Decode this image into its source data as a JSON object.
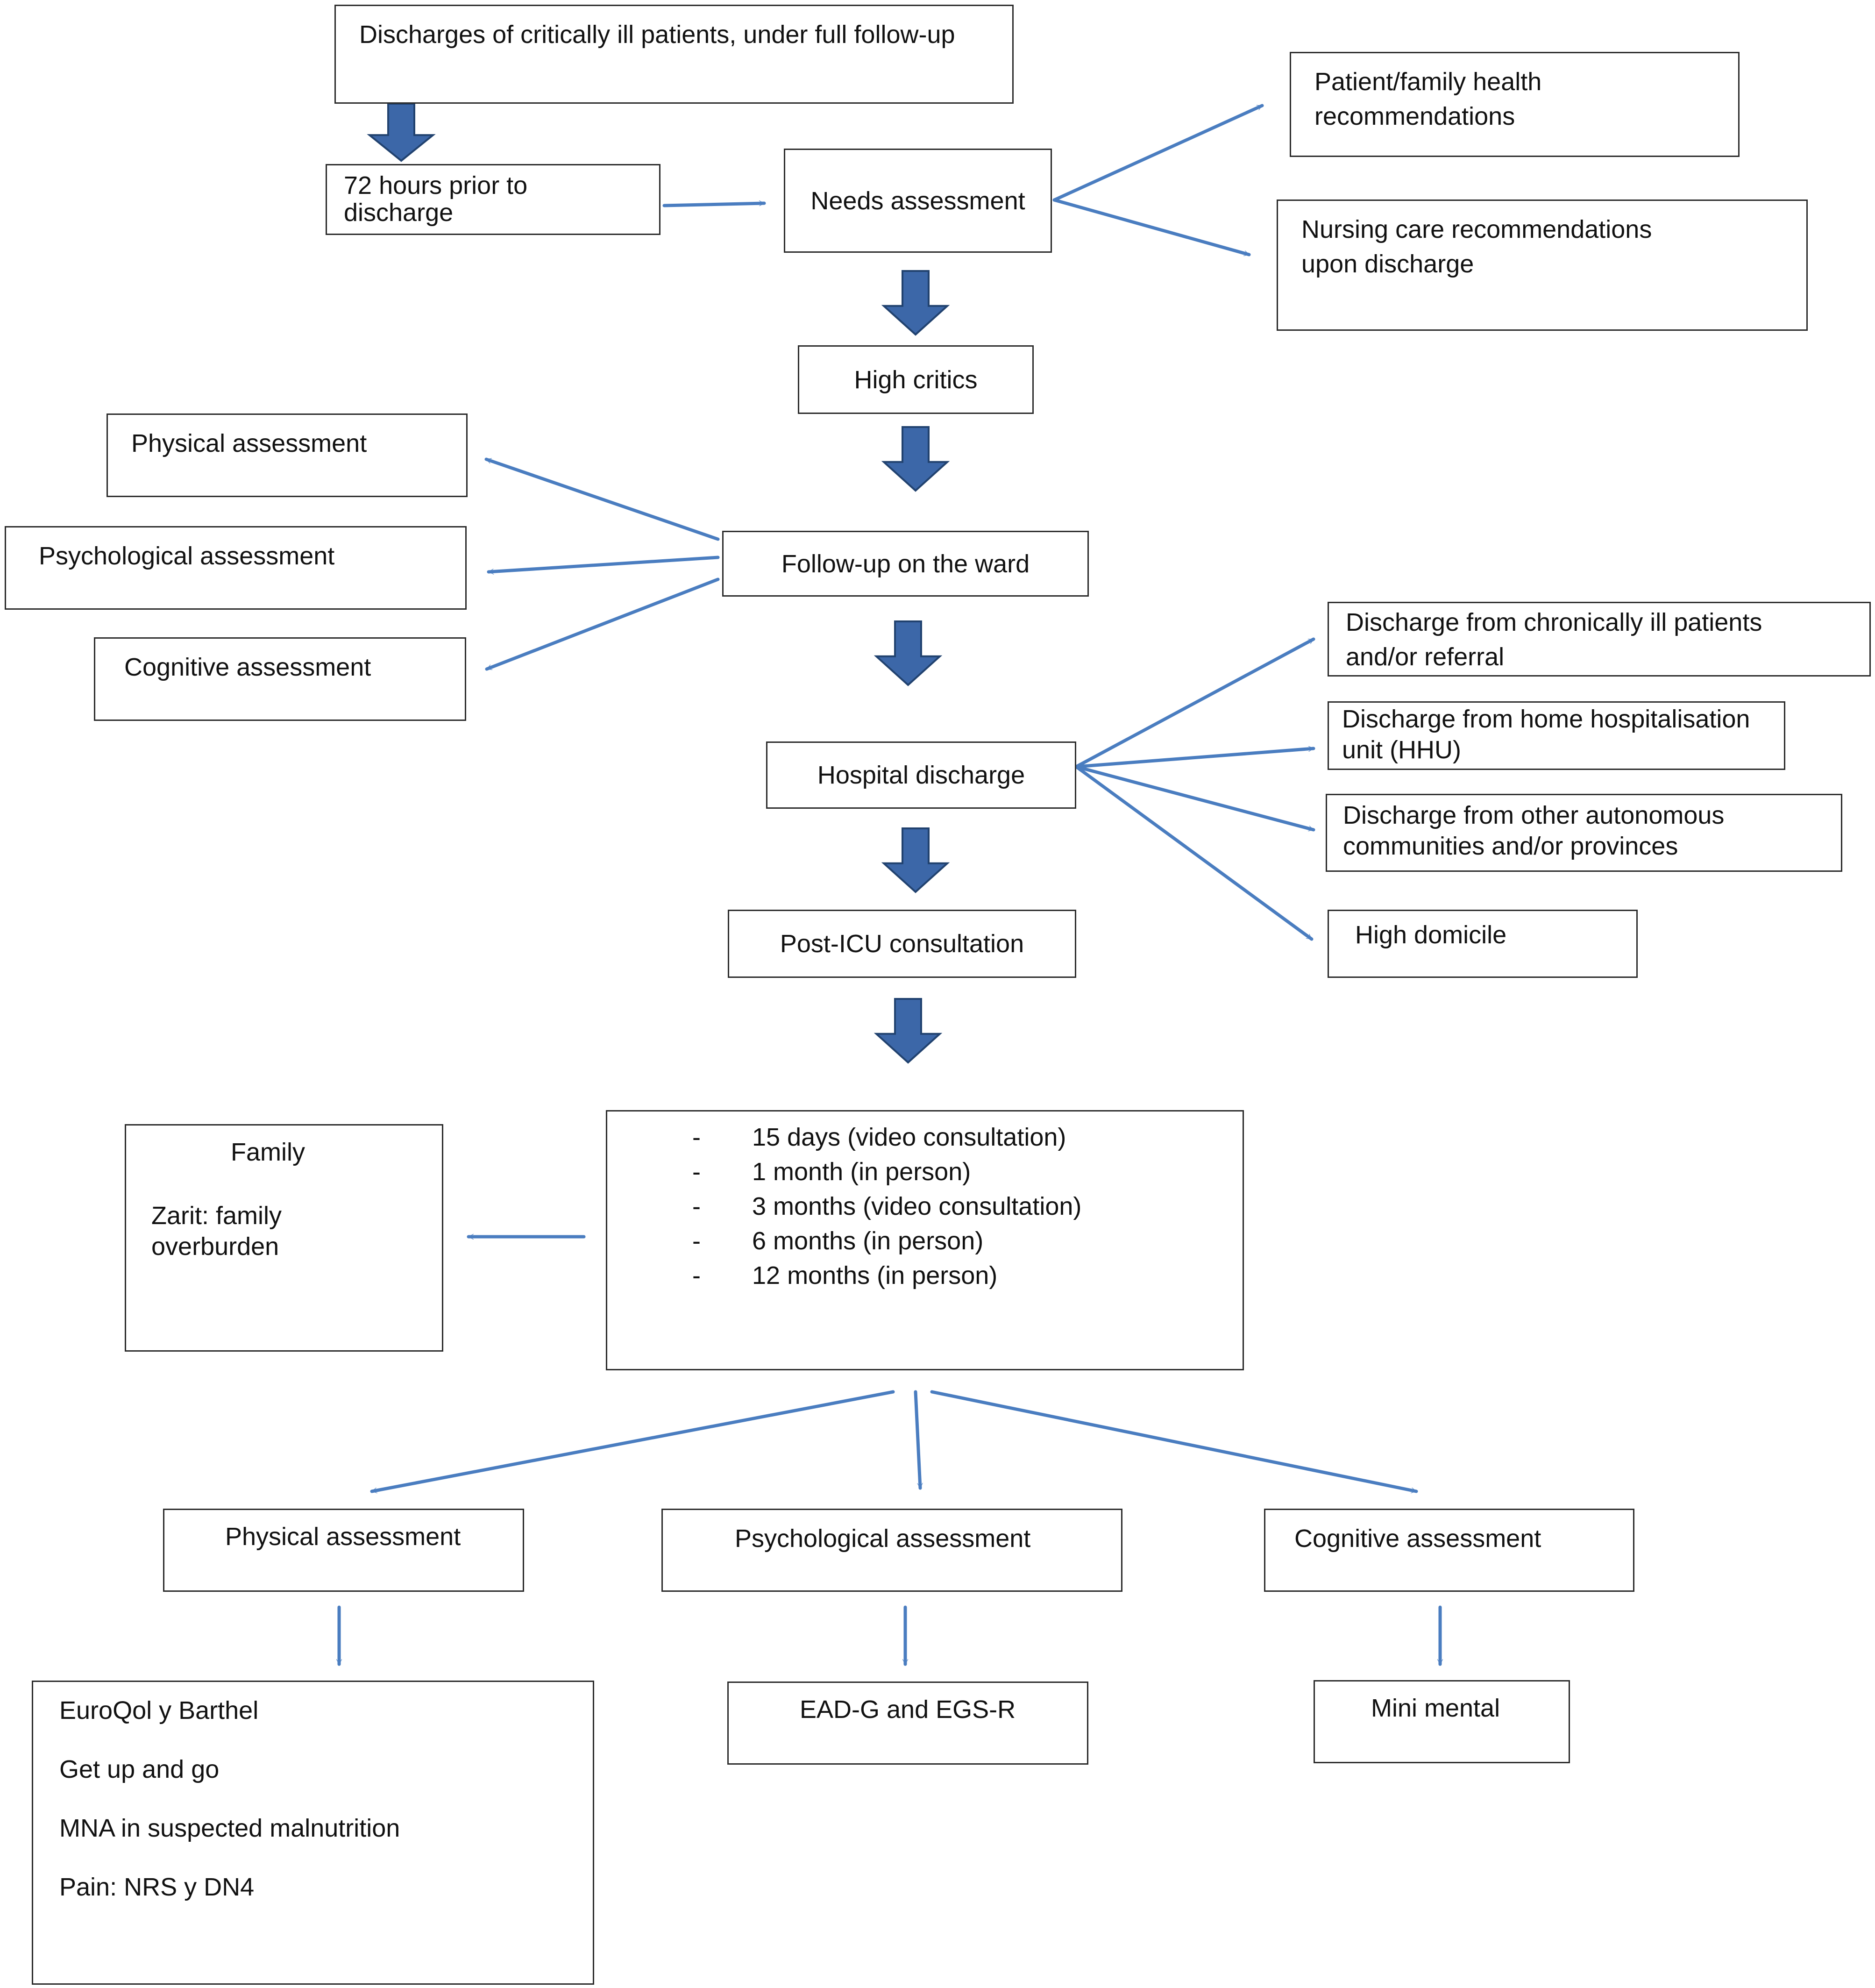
{
  "colors": {
    "arrow": "#4a7dc0",
    "block_arrow_fill": "#3c67a8",
    "block_arrow_edge": "#21426f",
    "box_border": "#2b2b2b"
  },
  "nodes": {
    "discharges": "Discharges of critically ill patients, under full follow-up",
    "prior72": "72 hours prior to discharge",
    "needs": "Needs assessment",
    "patient_family": "Patient/family health recommendations",
    "nursing": "Nursing care recommendations upon discharge",
    "high_critics": "High critics",
    "ward_physical": "Physical assessment",
    "ward_psychological": "Psychological assessment",
    "ward_cognitive": "Cognitive assessment",
    "follow_up_ward": "Follow-up on the ward",
    "hospital_discharge": "Hospital discharge",
    "discharge_chronic": "Discharge from chronically ill patients and/or referral",
    "discharge_hhu": "Discharge from home hospitalisation unit (HHU)",
    "discharge_other": "Discharge from other autonomous communities and/or provinces",
    "high_domicile": "High domicile",
    "post_icu": "Post-ICU consultation",
    "schedule": [
      {
        "dash": "-",
        "text": "15 days (video consultation)"
      },
      {
        "dash": "-",
        "text": "1 month (in person)"
      },
      {
        "dash": "-",
        "text": "3 months (video consultation)"
      },
      {
        "dash": "-",
        "text": "6 months (in person)"
      },
      {
        "dash": "-",
        "text": "12 months (in person)"
      }
    ],
    "family_title": "Family",
    "family_text": "Zarit: family overburden",
    "final_physical": "Physical assessment",
    "final_psychological": "Psychological assessment",
    "final_cognitive": "Cognitive assessment",
    "physical_tools": [
      "EuroQol y Barthel",
      "Get up and go",
      "MNA in suspected malnutrition",
      "Pain: NRS y DN4"
    ],
    "psych_tools": "EAD-G and EGS-R",
    "cog_tools": "Mini mental"
  }
}
